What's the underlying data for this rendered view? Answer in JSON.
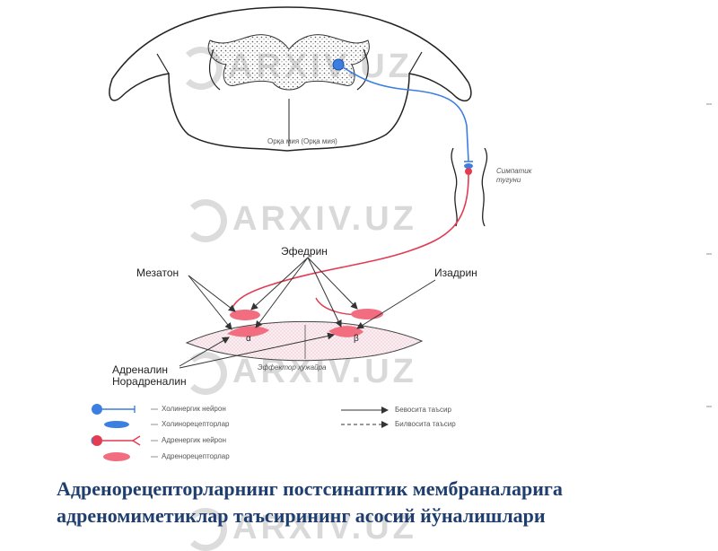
{
  "diagram": {
    "watermark": "ARXIV.UZ",
    "labels": {
      "ephedrine": "Эфедрин",
      "mesaton": "Мезатон",
      "izadrin": "Изадрин",
      "adrenalin": "Адреналин",
      "noradrenalin": "Норадреналин",
      "alpha": "α",
      "beta": "β"
    },
    "faint_labels": {
      "spinal_cord": "Орқа мия (Орқа мия)",
      "ganglion": "Симпатик тугуни",
      "effector": "Эффектор ҳужайра"
    },
    "legend": {
      "items": [
        "Холинергик нейрон",
        "Холинорецепторлар",
        "Адренергик нейрон",
        "Адренорецепторлар"
      ],
      "arrows": [
        "Бевосита таъсир",
        "Билвосита таъсир"
      ]
    },
    "colors": {
      "cholinergic": "#3b7fe0",
      "adrenergic": "#e23b52",
      "receptor": "#f26d80",
      "caption": "#1f3e6e"
    }
  },
  "caption": {
    "line1": "Адренорецепторларнинг постсинаптик мембраналарига",
    "line2": "адреномиметиклар таъсирининг асосий йўналишлари"
  }
}
